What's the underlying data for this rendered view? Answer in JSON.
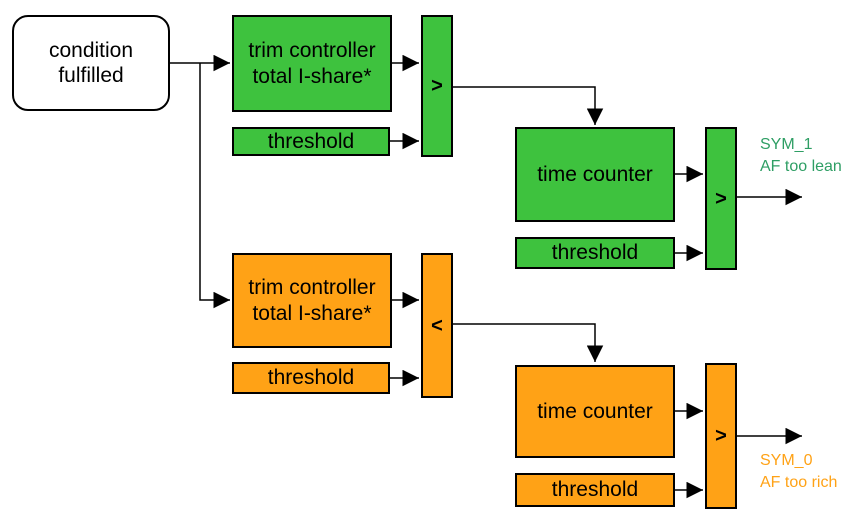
{
  "title": "AF symptom detection logic diagram",
  "colors": {
    "green": "#3EC23E",
    "orange": "#FFA216",
    "green_text": "#2E9E64",
    "orange_text": "#FFA216",
    "line": "#000000",
    "background": "#FFFFFF"
  },
  "nodes": {
    "condition": {
      "label": "condition\nfulfilled"
    },
    "green_branch": {
      "trim_controller": {
        "label": "trim controller\ntotal I-share*"
      },
      "threshold_1": {
        "label": "threshold"
      },
      "comparator_1": {
        "label": ">"
      },
      "time_counter": {
        "label": "time counter"
      },
      "threshold_2": {
        "label": "threshold"
      },
      "comparator_2": {
        "label": ">"
      },
      "output": {
        "label": "SYM_1\nAF too lean"
      }
    },
    "orange_branch": {
      "trim_controller": {
        "label": "trim controller\ntotal I-share*"
      },
      "threshold_1": {
        "label": "threshold"
      },
      "comparator_1": {
        "label": "<"
      },
      "time_counter": {
        "label": "time counter"
      },
      "threshold_2": {
        "label": "threshold"
      },
      "comparator_2": {
        "label": ">"
      },
      "output": {
        "label": "SYM_0\nAF too rich"
      }
    }
  }
}
